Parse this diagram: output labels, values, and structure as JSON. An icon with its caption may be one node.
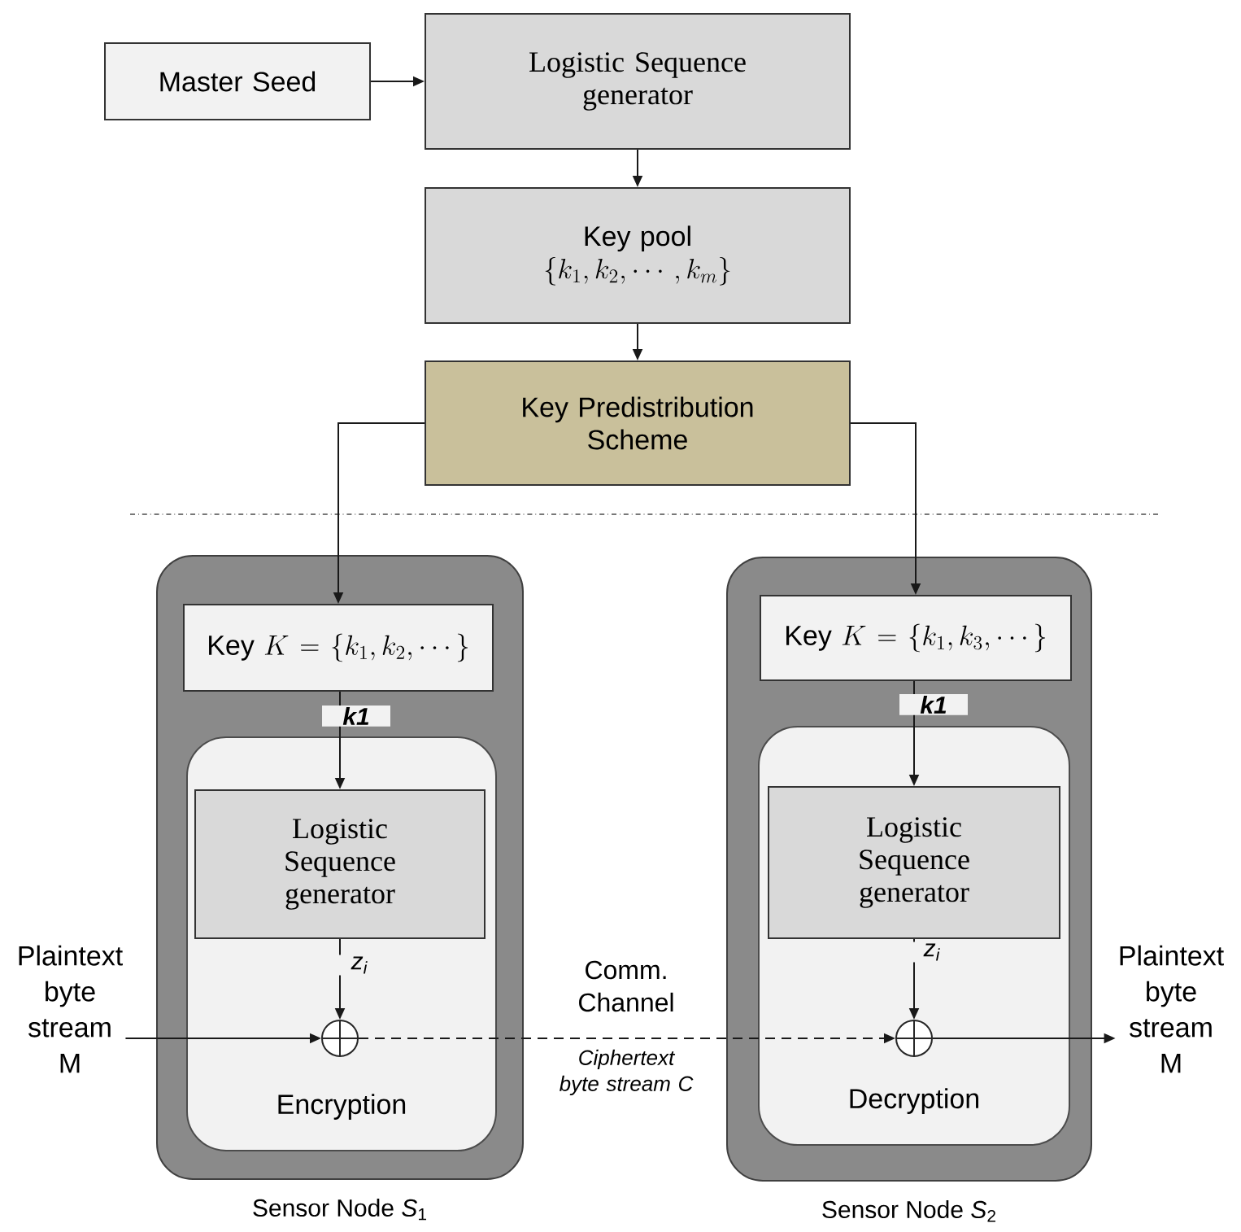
{
  "diagram": {
    "nodes": [
      {
        "text": [
          "Master Seed"
        ]
      },
      {
        "text": [
          "Logistic Sequence generator"
        ]
      },
      {
        "text": [
          "Key pool",
          "\\{k_1,k_2,\\cdots,k_m\\}"
        ]
      },
      {
        "text": [
          "Key Predistribution Scheme"
        ]
      },
      {
        "text": [],
        "shape": "box",
        "beside": [
          "Sensor Node *S*$_{1}$"
        ]
      },
      {
        "text": [
          "\\text{Key }K=\\{k_1,k_2,\\cdots\\}"
        ],
        "in": 4
      },
      {
        "text": [
          "Encryption"
        ],
        "in": 4
      },
      {
        "text": [
          "Logistic Sequence generator"
        ],
        "in": 6
      },
      {
        "text": [],
        "shape": "circle",
        "in": 6
      },
      {
        "text": [],
        "shape": "box",
        "beside": [
          "Sensor Node *S*$_{2}$"
        ]
      },
      {
        "text": [
          "\\text{Key }K=\\{k_1,k_3,\\cdots\\}"
        ],
        "in": 9
      },
      {
        "text": [
          "Decryption"
        ],
        "in": 9
      },
      {
        "text": [
          "Logistic Sequence generator"
        ],
        "in": 11
      },
      {
        "text": [],
        "shape": "circle",
        "in": 11
      },
      {
        "text": [
          "Plaintext byte stream M"
        ]
      },
      {
        "text": [
          "Plaintext byte stream M"
        ]
      }
    ],
    "edges": [
      {
        "from": 0,
        "to": 1,
        "arrow": "to"
      },
      {
        "from": 1,
        "to": 2,
        "arrow": "to"
      },
      {
        "from": 2,
        "to": 3,
        "arrow": "to"
      },
      {
        "from": 3,
        "to": 5,
        "arrow": "to"
      },
      {
        "from": 3,
        "to": 10,
        "arrow": "to"
      },
      {
        "from": 5,
        "to": 7,
        "arrow": "to",
        "label": "k1"
      },
      {
        "from": 7,
        "to": 8,
        "arrow": "to",
        "label": "z$_{i}$"
      },
      {
        "from": 10,
        "to": 12,
        "arrow": "to",
        "label": "k1"
      },
      {
        "from": 12,
        "to": 13,
        "arrow": "to",
        "label": "z$_{i}$"
      },
      {
        "from": 14,
        "to": 8,
        "arrow": "to"
      },
      {
        "from": 8,
        "to": 13,
        "arrow": "to",
        "style": "dashed",
        "label": "Ciphertext byte stream C"
      },
      {
        "from": 13,
        "to": 15,
        "arrow": "to"
      }
    ],
    "labels": [
      "Comm. Channel"
    ]
  }
}
